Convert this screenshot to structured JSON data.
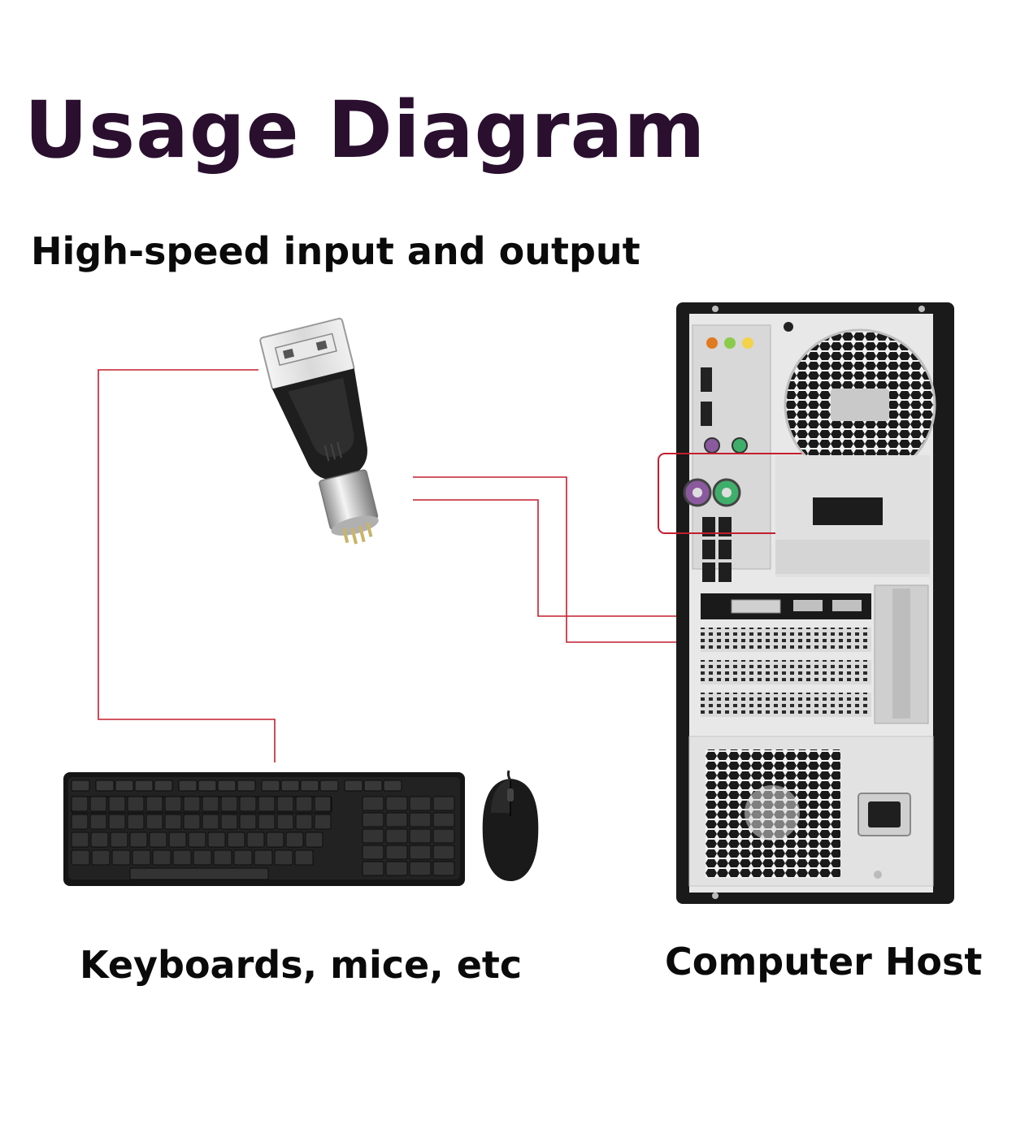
{
  "title": "Usage Diagram",
  "subtitle": "High-speed input and output",
  "labels": {
    "peripherals": "Keyboards, mice, etc",
    "host": "Computer Host"
  },
  "colors": {
    "title": "#2a0f2f",
    "text": "#0a0a0a",
    "connector_line": "#c41e2e",
    "tower_body": "#1c1c1c",
    "metal_panel": "#e4e4e4",
    "ps2_purple": "#8b5a9e",
    "ps2_green": "#3fae6b"
  },
  "icons": {
    "adapter": "ps2-to-usb-adapter-icon",
    "keyboard": "keyboard-icon",
    "mouse": "mouse-icon",
    "tower": "computer-tower-icon"
  }
}
